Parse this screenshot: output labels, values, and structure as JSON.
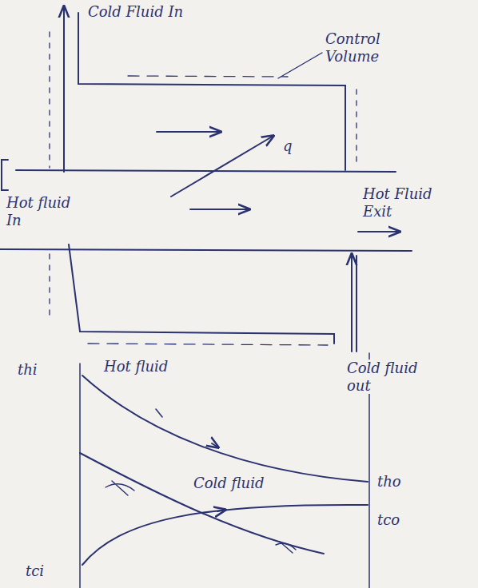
{
  "diagram": {
    "labels": [
      "Cold Fluid In",
      "Control Volume",
      "q",
      "Hot fluid In",
      "Hot Fluid Exit",
      "thi",
      "Hot fluid",
      "Cold fluid out",
      "tho",
      "Cold fluid",
      "tco",
      "tci"
    ]
  }
}
